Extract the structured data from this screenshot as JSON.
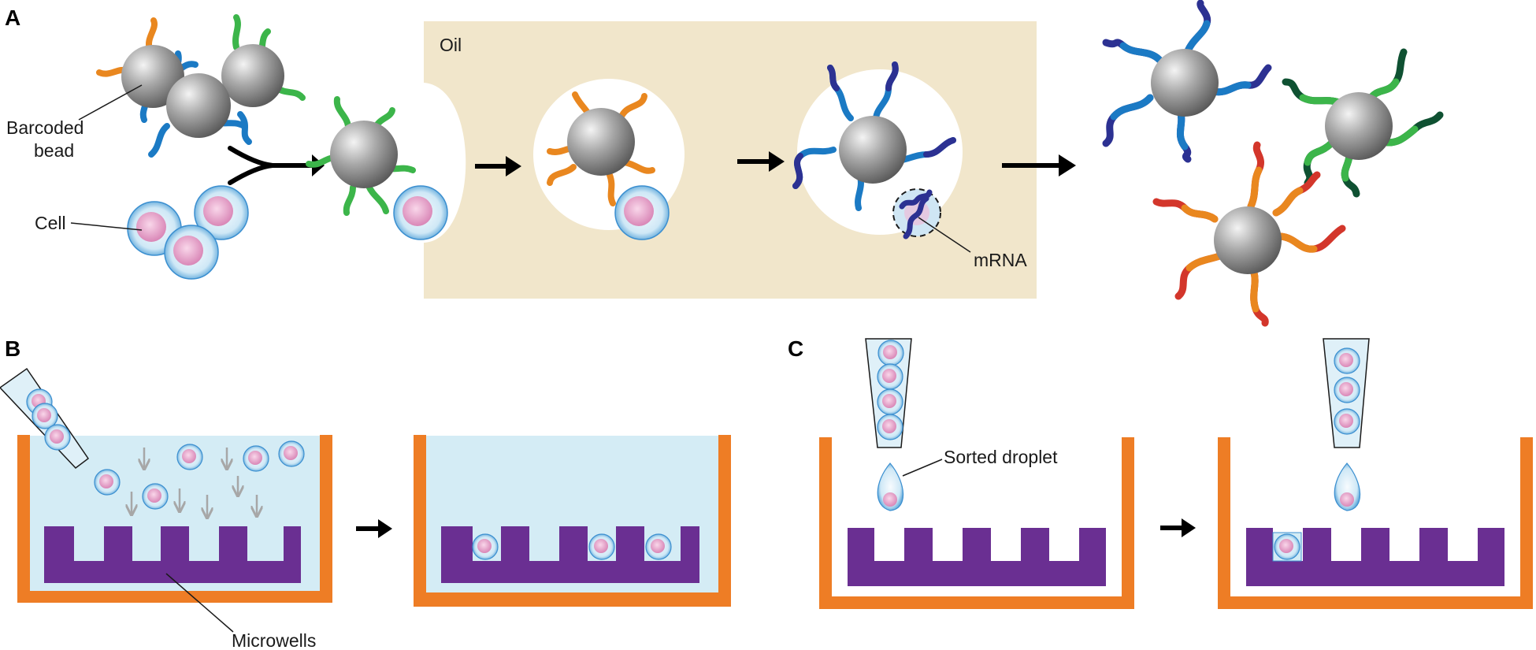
{
  "panels": {
    "a": "A",
    "b": "B",
    "c": "C"
  },
  "labels": {
    "barcoded_bead_line1": "Barcoded",
    "barcoded_bead_line2": "bead",
    "cell": "Cell",
    "oil": "Oil",
    "mrna": "mRNA",
    "microwells": "Microwells",
    "sorted_droplet": "Sorted droplet"
  },
  "colors": {
    "oil": "#f1e6cb",
    "liquid": "#d4ecf5",
    "container": "#ee7d25",
    "microwell": "#6a2f92",
    "bead": "#8f8f8f",
    "cell_nucleus": "#e9a3c9",
    "barcode_blue": "#1b7ac4",
    "mrna_navy": "#2c3192",
    "barcode_green": "#3cb54a",
    "barcode_dark_green": "#0f5132",
    "barcode_orange": "#e9871f",
    "barcode_red": "#d3362b",
    "arrow_gray": "#a7a7a7"
  }
}
